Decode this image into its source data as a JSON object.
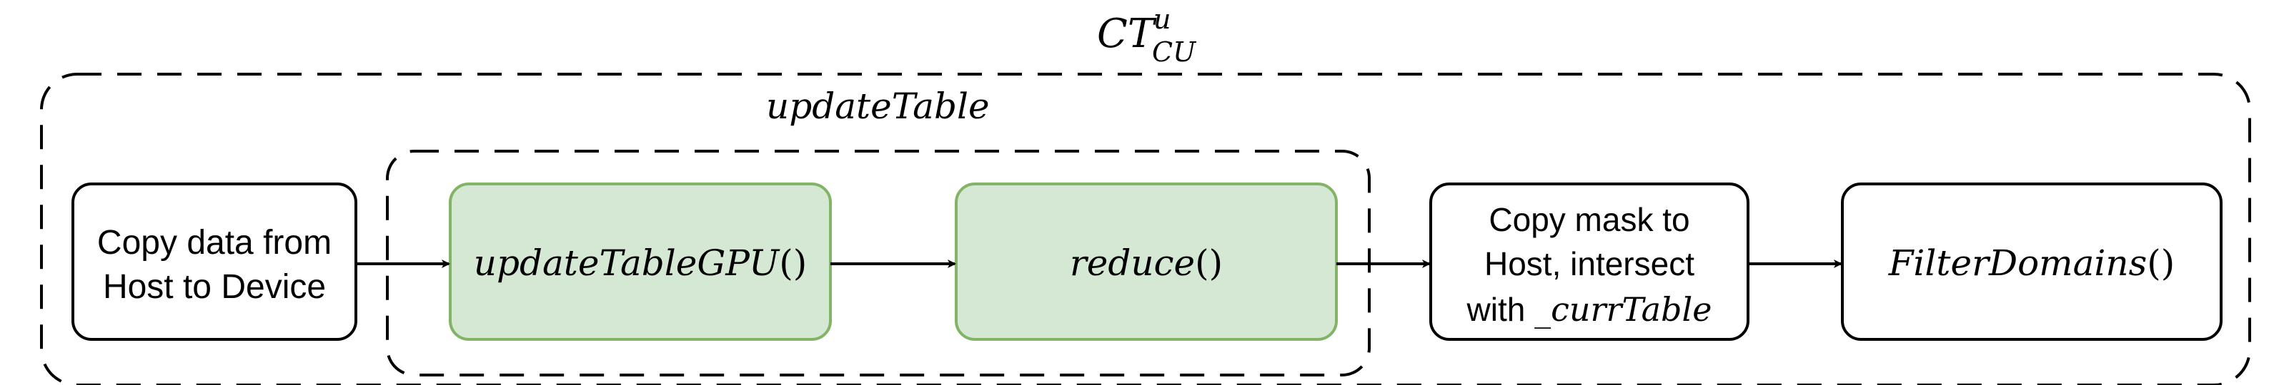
{
  "outer": {
    "title_main": "CT",
    "title_sup": "u",
    "title_sub": "CU"
  },
  "inner": {
    "title": "updateTable"
  },
  "nodes": {
    "copy_to_device": {
      "line1": "Copy data from",
      "line2": "Host to Device"
    },
    "update_gpu": {
      "name": "updateTableGPU",
      "parens": "()"
    },
    "reduce": {
      "name": "reduce",
      "parens": "()"
    },
    "copy_mask": {
      "line1": "Copy mask to",
      "line2": "Host, intersect",
      "line3_prefix": "with ",
      "line3_var": "_currTable"
    },
    "filter": {
      "name": "FilterDomains",
      "parens": "()"
    }
  },
  "colors": {
    "stroke": "#000000",
    "green_fill": "#d5e8d4",
    "green_stroke": "#82b366"
  }
}
